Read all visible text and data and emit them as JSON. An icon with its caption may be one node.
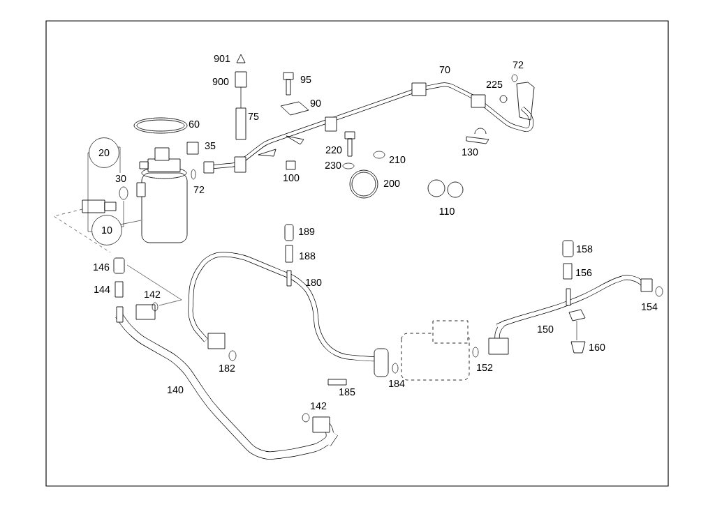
{
  "diagram": {
    "nodes": [
      {
        "text": [
          "20"
        ]
      },
      {
        "text": [
          "10"
        ]
      }
    ],
    "labels": [
      "901",
      "900",
      "95",
      "70",
      "72",
      "225",
      "90",
      "75",
      "60",
      "35",
      "30",
      "220",
      "210",
      "130",
      "230",
      "72",
      "100",
      "200",
      "110",
      "189",
      "188",
      "146",
      "158",
      "156",
      "180",
      "144",
      "142",
      "154",
      "150",
      "160",
      "182",
      "152",
      "184",
      "140",
      "185",
      "142"
    ]
  }
}
